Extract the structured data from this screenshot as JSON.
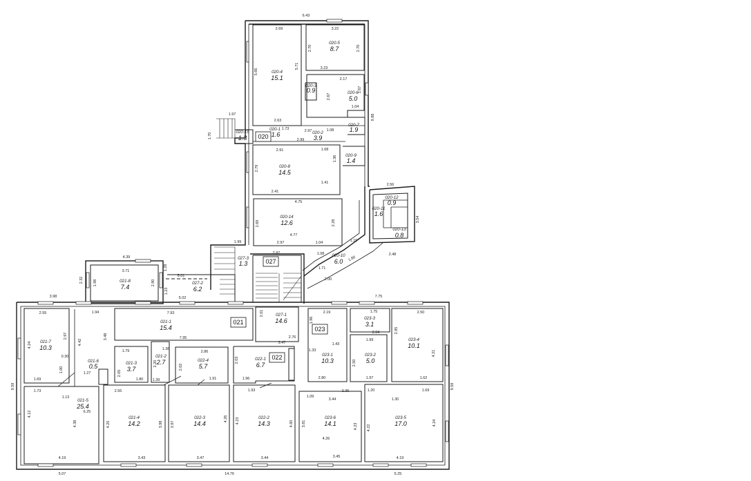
{
  "rooms": [
    {
      "code": "020-4",
      "area": "15.1"
    },
    {
      "code": "020-5",
      "area": "8.7"
    },
    {
      "code": "020-3",
      "area": "0.9"
    },
    {
      "code": "020-6",
      "area": "5.0"
    },
    {
      "code": "020-15",
      "area": "1.3"
    },
    {
      "code": "020-1",
      "area": "1.6"
    },
    {
      "code": "020-2",
      "area": "3.9"
    },
    {
      "code": "020-7",
      "area": "1.9"
    },
    {
      "code": "020-8",
      "area": "14.5"
    },
    {
      "code": "020-9",
      "area": "1.4"
    },
    {
      "code": "020-14",
      "area": "12.6"
    },
    {
      "code": "020-12",
      "area": "0.9"
    },
    {
      "code": "020-11",
      "area": "1.6"
    },
    {
      "code": "020-13",
      "area": "0.8"
    },
    {
      "code": "020-10",
      "area": "6.0"
    },
    {
      "code": "027-3",
      "area": "1.3"
    },
    {
      "code": "021-8",
      "area": "7.4"
    },
    {
      "code": "027-2",
      "area": "6.2"
    },
    {
      "code": "021-1",
      "area": "15.4"
    },
    {
      "code": "027-1",
      "area": "14.6"
    },
    {
      "code": "021-7",
      "area": "10.3"
    },
    {
      "code": "021-6",
      "area": "0.5"
    },
    {
      "code": "021-5",
      "area": "25.4"
    },
    {
      "code": "021-3",
      "area": "3.7"
    },
    {
      "code": "021-2",
      "area": "2.7"
    },
    {
      "code": "022-4",
      "area": "5.7"
    },
    {
      "code": "022-1",
      "area": "6.7"
    },
    {
      "code": "023-1",
      "area": "10.3"
    },
    {
      "code": "023-3",
      "area": "3.1"
    },
    {
      "code": "023-2",
      "area": "5.0"
    },
    {
      "code": "023-4",
      "area": "10.1"
    },
    {
      "code": "021-4",
      "area": "14.2"
    },
    {
      "code": "022-3",
      "area": "14.4"
    },
    {
      "code": "022-2",
      "area": "14.3"
    },
    {
      "code": "023-6",
      "area": "14.1"
    },
    {
      "code": "023-5",
      "area": "17.0"
    }
  ],
  "tags": [
    "020",
    "027",
    "021",
    "022",
    "023"
  ],
  "dims": {
    "top_width": "6.43",
    "top_len": "9.88",
    "annex_width": "2.56",
    "annex_len": "3.54",
    "annex_bottom": "2.48",
    "d_5_01": "5.01",
    "d_5_62": "5.02",
    "d_4_39": "4.39",
    "d_3_98": "3.98",
    "d_7_75": "7.75",
    "left_h": "9.59",
    "right_h": "9.59",
    "bottom_a": "5.07",
    "bottom_b": "14.76",
    "bottom_c": "5.25",
    "r4_w": "2.69",
    "r4_h": "5.66",
    "r4_h2": "5.71",
    "r4_b": "2.63",
    "r5_w": "3.22",
    "r5_h": "2.70",
    "r5_h2": "2.70",
    "r5_b": "3.23",
    "r6_w": "2.17",
    "r6_h": "2.67",
    "r6_b": "1.04",
    "r6_r": "1.67",
    "r8_w": "2.91",
    "r8_h": "2.79",
    "r8_b": "2.41",
    "r8_1": "1.68",
    "r8_2": "1.41",
    "r8_3": "1.36",
    "r14_w": "4.75",
    "r14_h": "2.69",
    "r14_b": "2.97",
    "r14_m": "4.77",
    "r14_r": "2.28",
    "r14_s": "1.04",
    "corr_1": "1.73",
    "corr_2": "2.97",
    "corr_3": "2.99",
    "corr_4": "1.08",
    "corr_5": "1.97",
    "corr_6": "1.70",
    "r15_w": "1.99",
    "r27_w": "2.87",
    "r27_h": "1.08",
    "stair_d": "2.00",
    "d1_71": "1.71",
    "d1_80": "1.80",
    "d1_19": "1.19",
    "r218_w": "3.71",
    "r218_h": "1.98",
    "r218_h2": "2.90",
    "r218_l": "2.32",
    "r218_r": "1.28",
    "r272_l": "1.23",
    "r211_w": "7.93",
    "r211_b": "7.95",
    "r211_l": "1.94",
    "r211_h": "3.48",
    "r271_w": "2.76",
    "r271_h": "2.01",
    "r271_b": "3.47",
    "r217_w": "2.55",
    "r217_h": "4.24",
    "r217_r": "2.97",
    "r217_b": "1.69",
    "r217_4": "1.00",
    "r216_1": "4.42",
    "r216_2": "1.27",
    "r216_3": "0.30",
    "r216_4": "1.13",
    "r216_5": "1.73",
    "r215_l": "4.12",
    "r215_r": "4.38",
    "r215_m": "6.25",
    "r215_b": "4.19",
    "r213_w": "1.79",
    "r213_h": "2.05",
    "r213_b": "1.80",
    "r212_w": "1.38",
    "r212_b": "1.39",
    "r212_h": "2.20",
    "r224_w": "2.86",
    "r224_h": "2.02",
    "r224_b": "1.91",
    "r221_h": "2.03",
    "r221_b": "1.96",
    "r231_w": "2.19",
    "r231_h": "1.96",
    "r231_b": "2.80",
    "r231_m": "1.33",
    "r231_r": "1.43",
    "r233_w": "1.75",
    "r233_b": "2.04",
    "r232_w": "1.99",
    "r232_b": "1.97",
    "r232_h": "2.50",
    "r234_w": "2.50",
    "r234_h": "2.95",
    "r234_r": "4.21",
    "r234_b": "1.62",
    "r214_w": "2.55",
    "r214_h": "4.25",
    "r214_r": "3.98",
    "r214_b": "3.43",
    "r223_l": "3.97",
    "r223_r": "4.26",
    "r223_b": "3.47",
    "r222_w": "1.93",
    "r222_l": "4.23",
    "r222_r": "4.60",
    "r222_b": "3.44",
    "r236_w": "1.09",
    "r236_2": "3.44",
    "r236_3": "2.36",
    "r236_l": "3.81",
    "r236_r": "4.23",
    "r236_m": "4.26",
    "r236_b": "3.45",
    "r235_w": "1.20",
    "r235_2": "1.69",
    "r235_l": "4.22",
    "r235_r": "4.24",
    "r235_b": "4.19",
    "r235_m": "1.30"
  }
}
